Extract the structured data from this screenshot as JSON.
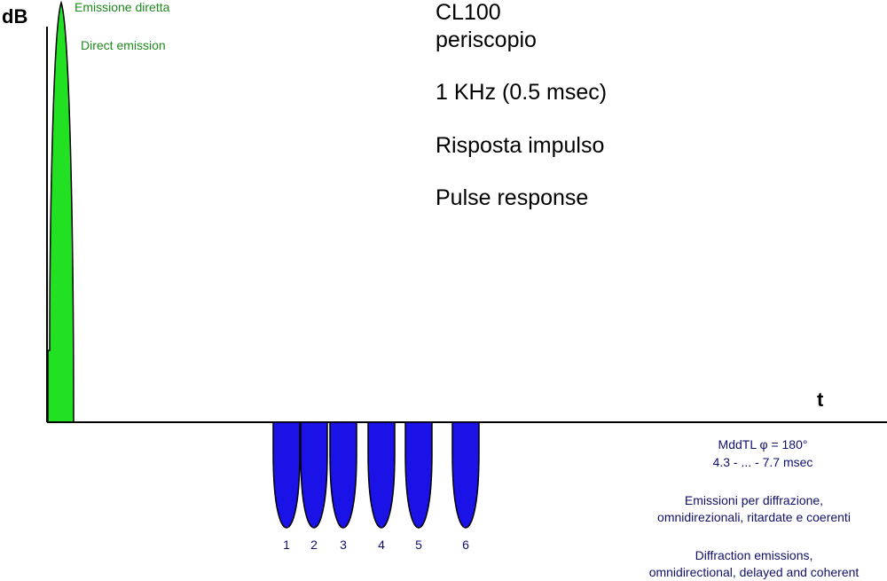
{
  "axes": {
    "y_label": "dB",
    "x_label": "t"
  },
  "direct": {
    "label_it": "Emissione diretta",
    "label_en": "Direct emission",
    "color": "#22e022"
  },
  "title": {
    "line1": "CL100",
    "line2": "periscopio",
    "freq": "1 KHz  (0.5 msec)",
    "it": "Risposta impulso",
    "en": "Pulse response"
  },
  "pulses": {
    "color": "#1a12e6",
    "labels": [
      "1",
      "2",
      "3",
      "4",
      "5",
      "6"
    ]
  },
  "notes": {
    "mdd": "MddTL  φ = 180°",
    "range": "4.3 - ... - 7.7 msec",
    "it1": "Emissioni per diffrazione,",
    "it2": "omnidirezionali, ritardate e coerenti",
    "en1": "Diffraction emissions,",
    "en2": "omnidirectional, delayed and coherent"
  }
}
